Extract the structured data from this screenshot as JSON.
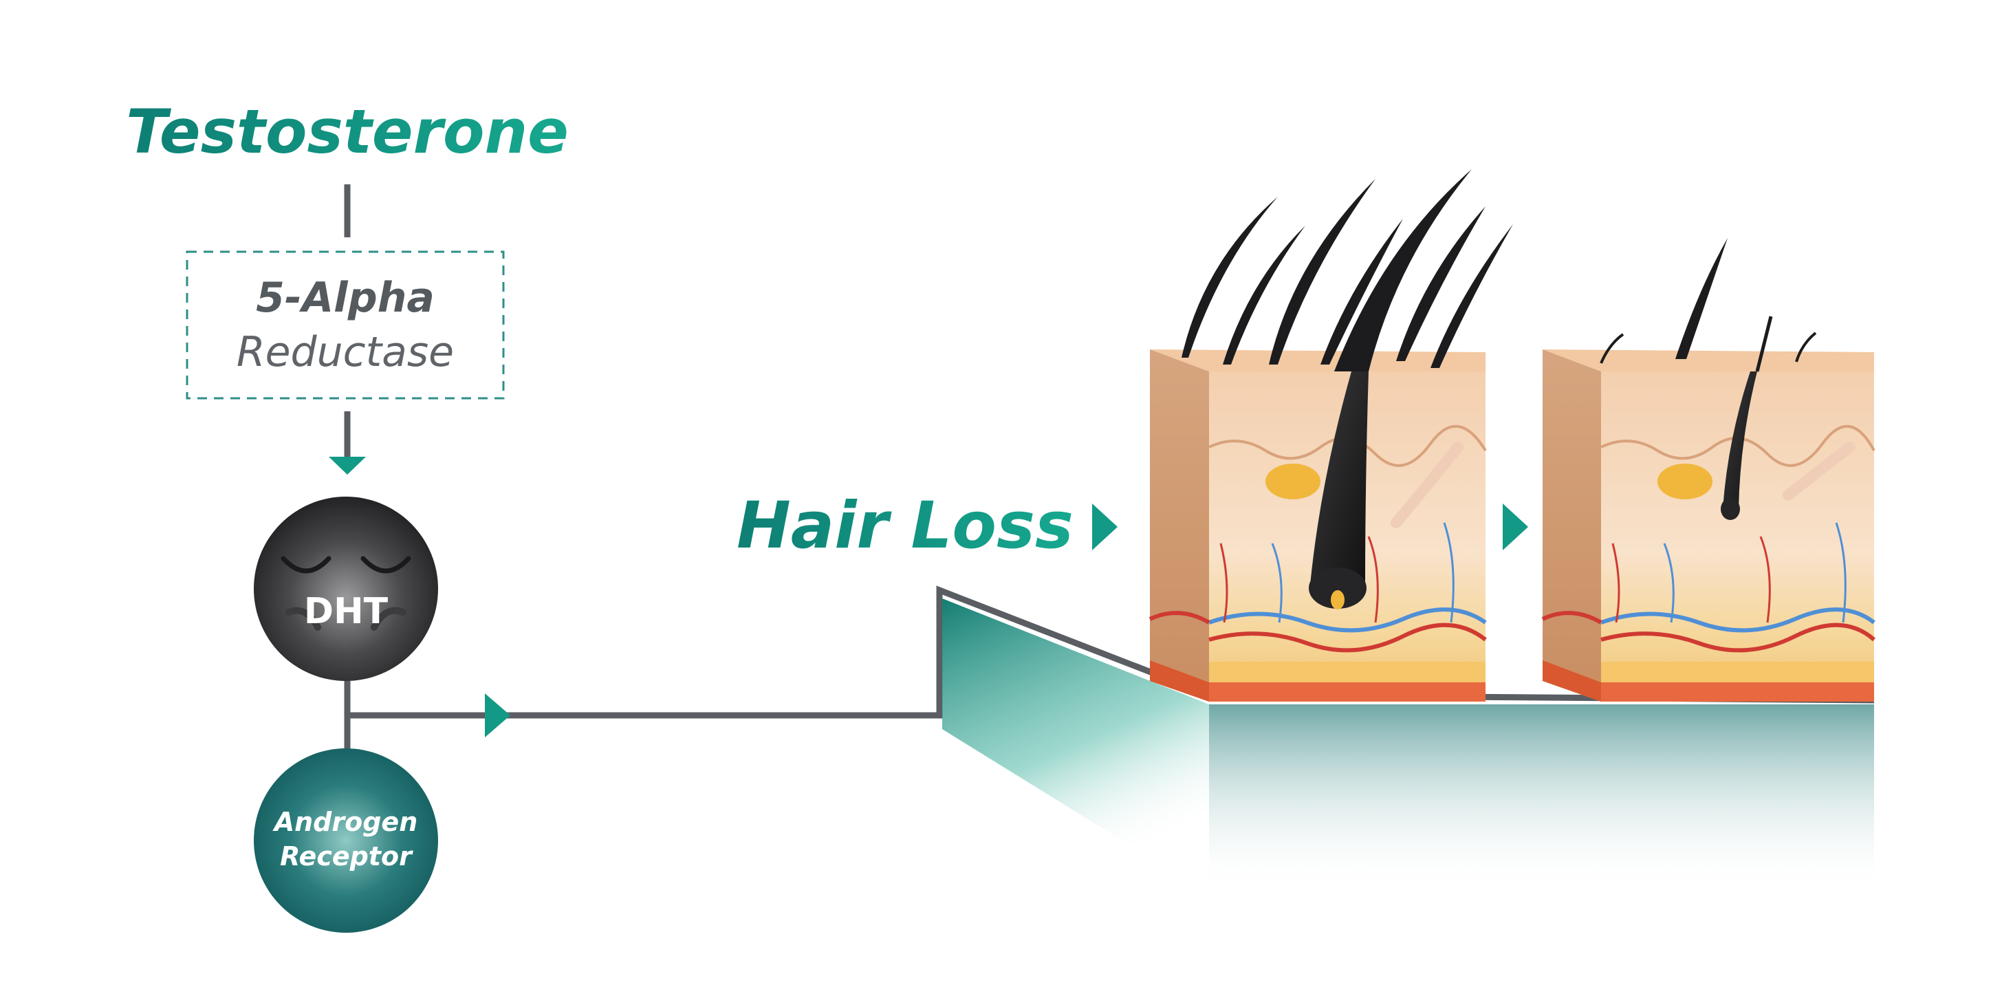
{
  "diagram": {
    "nodes": {
      "testosterone": "Testosterone",
      "enzyme": {
        "line1": "5-Alpha",
        "line2": "Reductase"
      },
      "dht": "DHT",
      "receptor": {
        "line1": "Androgen",
        "line2": "Receptor"
      },
      "outcome": "Hair Loss"
    },
    "colors": {
      "teal": "#0f8a7d",
      "teal_light": "#1fb59c",
      "line_gray": "#5a5e62",
      "dht_dark": "#2d2d2f",
      "receptor_teal": "#1c6d6e"
    },
    "icons": [
      "sad-face-icon",
      "arrow-right-icon",
      "arrow-down-icon",
      "skin-cross-section-icon"
    ]
  }
}
